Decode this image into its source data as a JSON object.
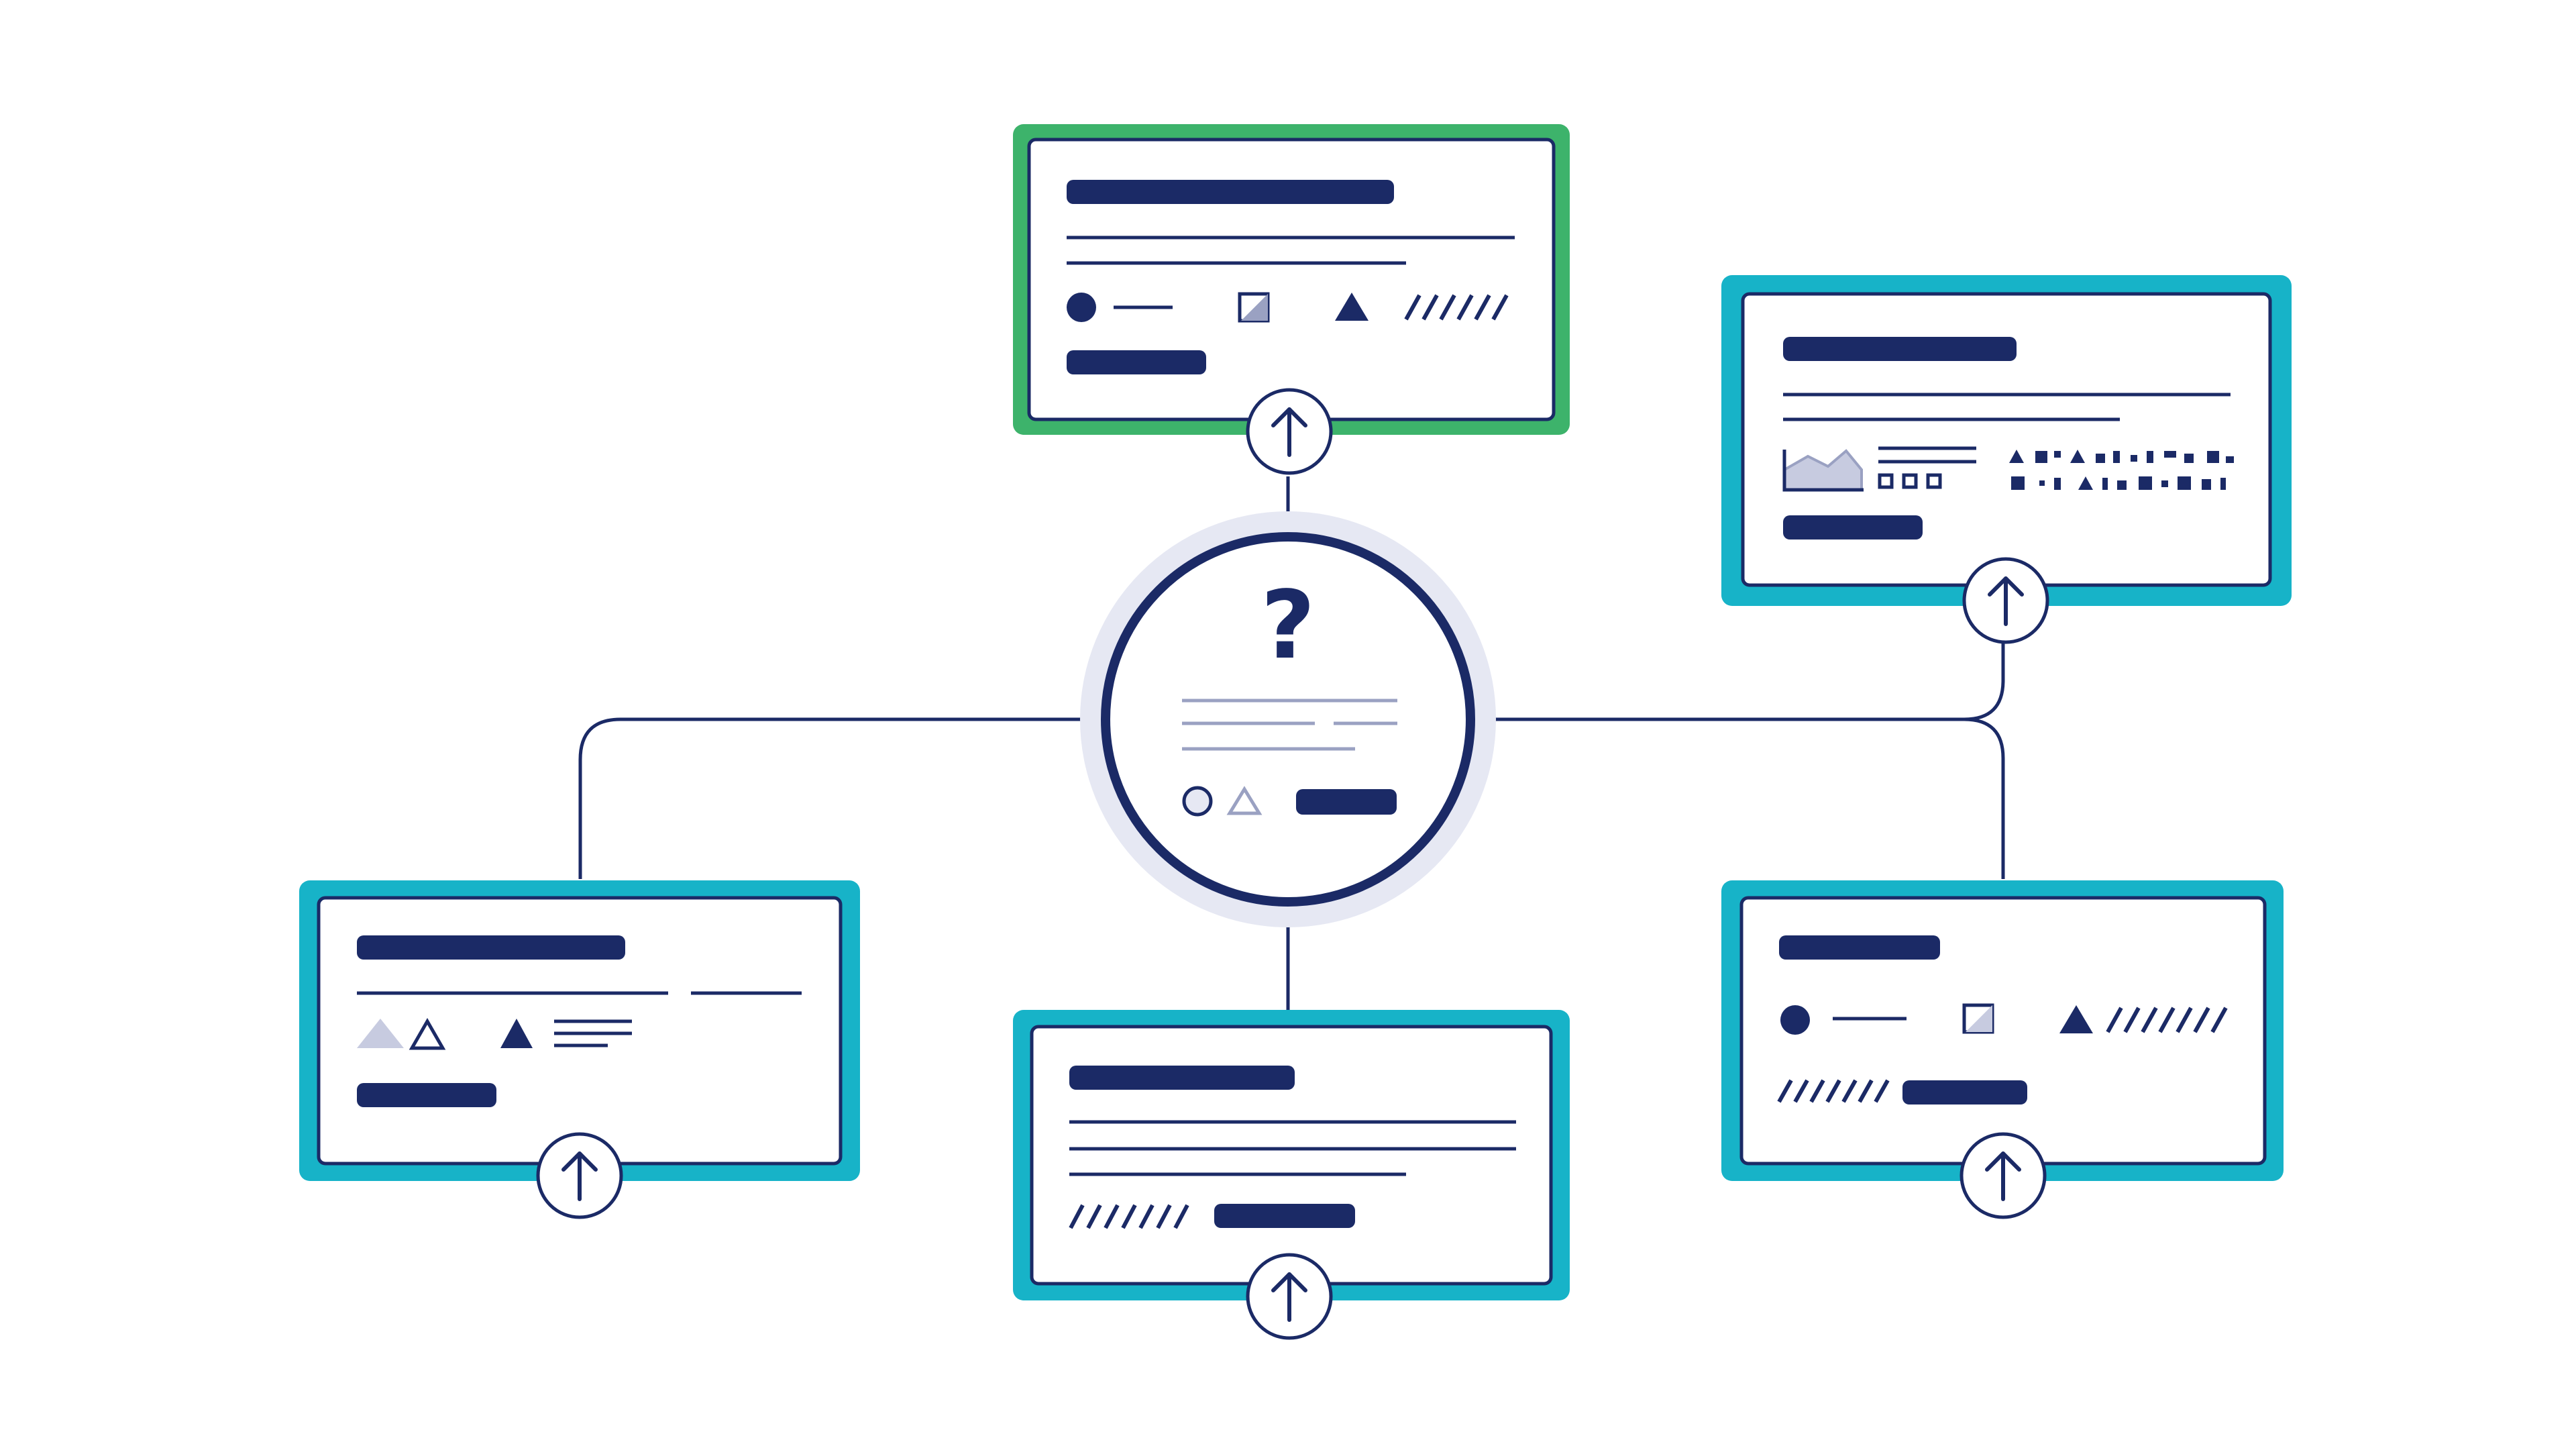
{
  "center": {
    "symbol": "?"
  },
  "colors": {
    "navy": "#1b2a66",
    "green_border": "#3db36b",
    "teal_border": "#17b3c8",
    "card_fill": "#ffffff",
    "connector": "#1b2a66",
    "halo": "#e6e8f3"
  },
  "cards": [
    {
      "position": "top",
      "border": "green",
      "button_icon": "arrow-up-icon"
    },
    {
      "position": "right",
      "border": "teal",
      "button_icon": "arrow-up-icon"
    },
    {
      "position": "bottom-left",
      "border": "teal",
      "button_icon": "arrow-up-icon"
    },
    {
      "position": "bottom-center",
      "border": "teal",
      "button_icon": "arrow-up-icon"
    },
    {
      "position": "bottom-right",
      "border": "teal",
      "button_icon": "arrow-up-icon"
    }
  ]
}
